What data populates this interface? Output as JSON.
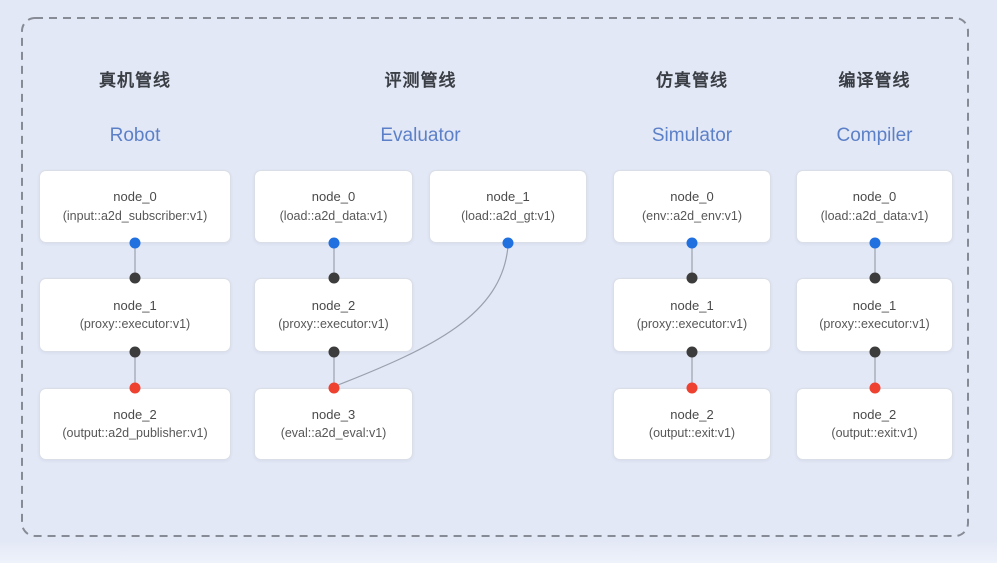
{
  "diagram": {
    "background_color": "#e3e8f6",
    "dashed_border_color": "#868b95",
    "port_colors": {
      "source": "#2170df",
      "mid": "#3c3c3c",
      "sink": "#ee4130"
    },
    "edge_color": "#9aa1ad",
    "title_en_color": "#5c80c8"
  },
  "pipelines": [
    {
      "title_zh": "真机管线",
      "title_en": "Robot",
      "nodes": [
        {
          "name": "node_0",
          "type": "(input::a2d_subscriber:v1)"
        },
        {
          "name": "node_1",
          "type": "(proxy::executor:v1)"
        },
        {
          "name": "node_2",
          "type": "(output::a2d_publisher:v1)"
        }
      ]
    },
    {
      "title_zh": "评测管线",
      "title_en": "Evaluator",
      "nodes": [
        {
          "name": "node_0",
          "type": "(load::a2d_data:v1)"
        },
        {
          "name": "node_1",
          "type": "(load::a2d_gt:v1)"
        },
        {
          "name": "node_2",
          "type": "(proxy::executor:v1)"
        },
        {
          "name": "node_3",
          "type": "(eval::a2d_eval:v1)"
        }
      ]
    },
    {
      "title_zh": "仿真管线",
      "title_en": "Simulator",
      "nodes": [
        {
          "name": "node_0",
          "type": "(env::a2d_env:v1)"
        },
        {
          "name": "node_1",
          "type": "(proxy::executor:v1)"
        },
        {
          "name": "node_2",
          "type": "(output::exit:v1)"
        }
      ]
    },
    {
      "title_zh": "编译管线",
      "title_en": "Compiler",
      "nodes": [
        {
          "name": "node_0",
          "type": "(load::a2d_data:v1)"
        },
        {
          "name": "node_1",
          "type": "(proxy::executor:v1)"
        },
        {
          "name": "node_2",
          "type": "(output::exit:v1)"
        }
      ]
    }
  ]
}
